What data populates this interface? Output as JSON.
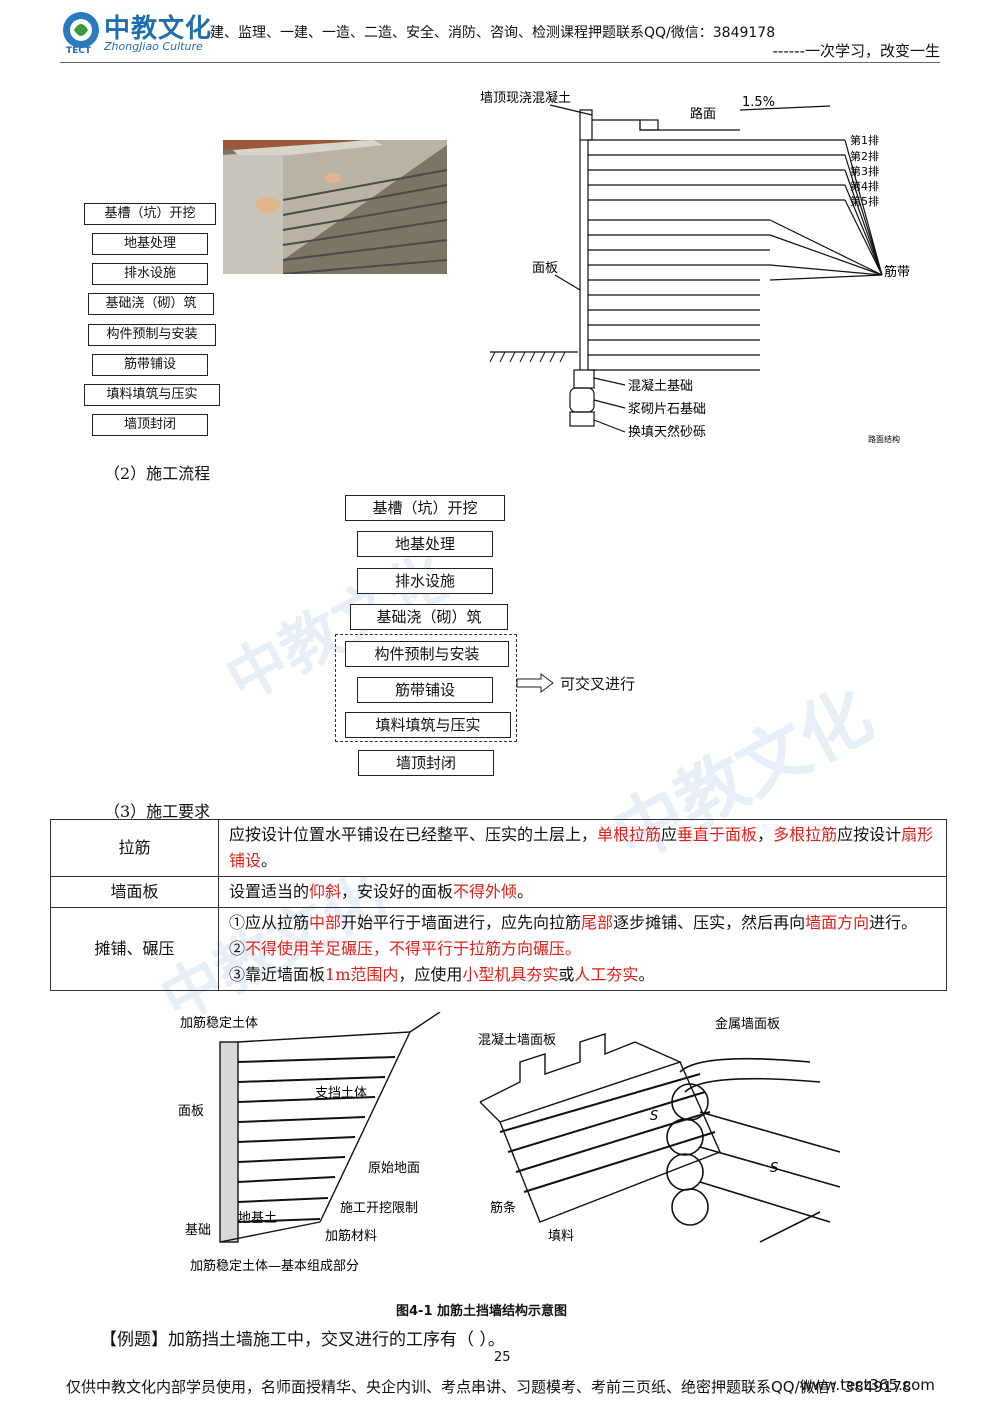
{
  "header": {
    "logo_text": "中教文化",
    "logo_sub": "ZhongJiao Culture",
    "logo_small": "TECT",
    "line1": "建、监理、一建、一造、二造、安全、消防、咨询、检测课程押题联系QQ/微信：3849178",
    "line2": "------一次学习，改变一生"
  },
  "top_flow": [
    "基槽（坑）开挖",
    "地基处理",
    "排水设施",
    "基础浇（砌）筑",
    "构件预制与安装",
    "筋带铺设",
    "填料填筑与压实",
    "墙顶封闭"
  ],
  "section_2_title": "（2）施工流程",
  "main_flow": [
    "基槽（坑）开挖",
    "地基处理",
    "排水设施",
    "基础浇（砌）筑",
    "构件预制与安装",
    "筋带铺设",
    "填料填筑与压实",
    "墙顶封闭"
  ],
  "cross_label": "可交叉进行",
  "section_diagram": {
    "top_label": "墙顶现浇混凝土",
    "road_label": "路面",
    "slope_label": "1.5%",
    "rows": [
      "第1排",
      "第2排",
      "第3排",
      "第4排",
      "第5排"
    ],
    "panel_label": "面板",
    "strip_label": "筋带",
    "base1": "混凝土基础",
    "base2": "浆砌片石基础",
    "base3": "换填天然砂砾",
    "corner": "路面结构"
  },
  "section_3_title": "（3）施工要求",
  "requirements": [
    {
      "key": "拉筋",
      "parts": [
        {
          "t": "应按设计位置水平铺设在已经整平、压实的土层上，",
          "r": false
        },
        {
          "t": "单根拉筋",
          "r": true
        },
        {
          "t": "应",
          "r": false
        },
        {
          "t": "垂直于面板",
          "r": true
        },
        {
          "t": "，",
          "r": false
        },
        {
          "t": "多根拉筋",
          "r": true
        },
        {
          "t": "应按设计",
          "r": false
        },
        {
          "t": "扇形铺设",
          "r": true
        },
        {
          "t": "。",
          "r": false
        }
      ]
    },
    {
      "key": "墙面板",
      "parts": [
        {
          "t": "设置适当的",
          "r": false
        },
        {
          "t": "仰斜",
          "r": true
        },
        {
          "t": "，安设好的面板",
          "r": false
        },
        {
          "t": "不得外倾",
          "r": true
        },
        {
          "t": "。",
          "r": false
        }
      ]
    },
    {
      "key": "摊铺、碾压",
      "lines": [
        [
          {
            "t": "①应从拉筋",
            "r": false
          },
          {
            "t": "中部",
            "r": true
          },
          {
            "t": "开始平行于墙面进行，应先向拉筋",
            "r": false
          },
          {
            "t": "尾部",
            "r": true
          },
          {
            "t": "逐步摊铺、压实，然后再向",
            "r": false
          },
          {
            "t": "墙面方向",
            "r": true
          },
          {
            "t": "进行。",
            "r": false
          }
        ],
        [
          {
            "t": "②",
            "r": false
          },
          {
            "t": "不得使用羊足碾压，不得平行于拉筋方向碾压。",
            "r": true
          }
        ],
        [
          {
            "t": "③靠近墙面板",
            "r": false
          },
          {
            "t": "1m范围内",
            "r": true
          },
          {
            "t": "，应使用",
            "r": false
          },
          {
            "t": "小型机具夯实",
            "r": true
          },
          {
            "t": "或",
            "r": false
          },
          {
            "t": "人工夯实",
            "r": true
          },
          {
            "t": "。",
            "r": false
          }
        ]
      ]
    }
  ],
  "figure": {
    "left_labels": [
      "加筋稳定土体",
      "支挡土体",
      "面板",
      "原始地面",
      "施工开挖限制",
      "基础",
      "地基土",
      "加筋材料",
      "加筋稳定土体—基本组成部分"
    ],
    "mid_labels": [
      "混凝土墙面板",
      "筋条",
      "填料"
    ],
    "right_labels": [
      "金属墙面板",
      "S",
      "S"
    ],
    "caption": "图4-1 加筋土挡墙结构示意图"
  },
  "example": "【例题】加筋挡土墙施工中，交叉进行的工序有（ ）。",
  "page_number": "25",
  "footer": "仅供中教文化内部学员使用，名师面授精华、央企内训、考点串讲、习题模考、考前三页纸、绝密押题联系QQ/微信：3849178",
  "footer_url": "www.tect365.com"
}
